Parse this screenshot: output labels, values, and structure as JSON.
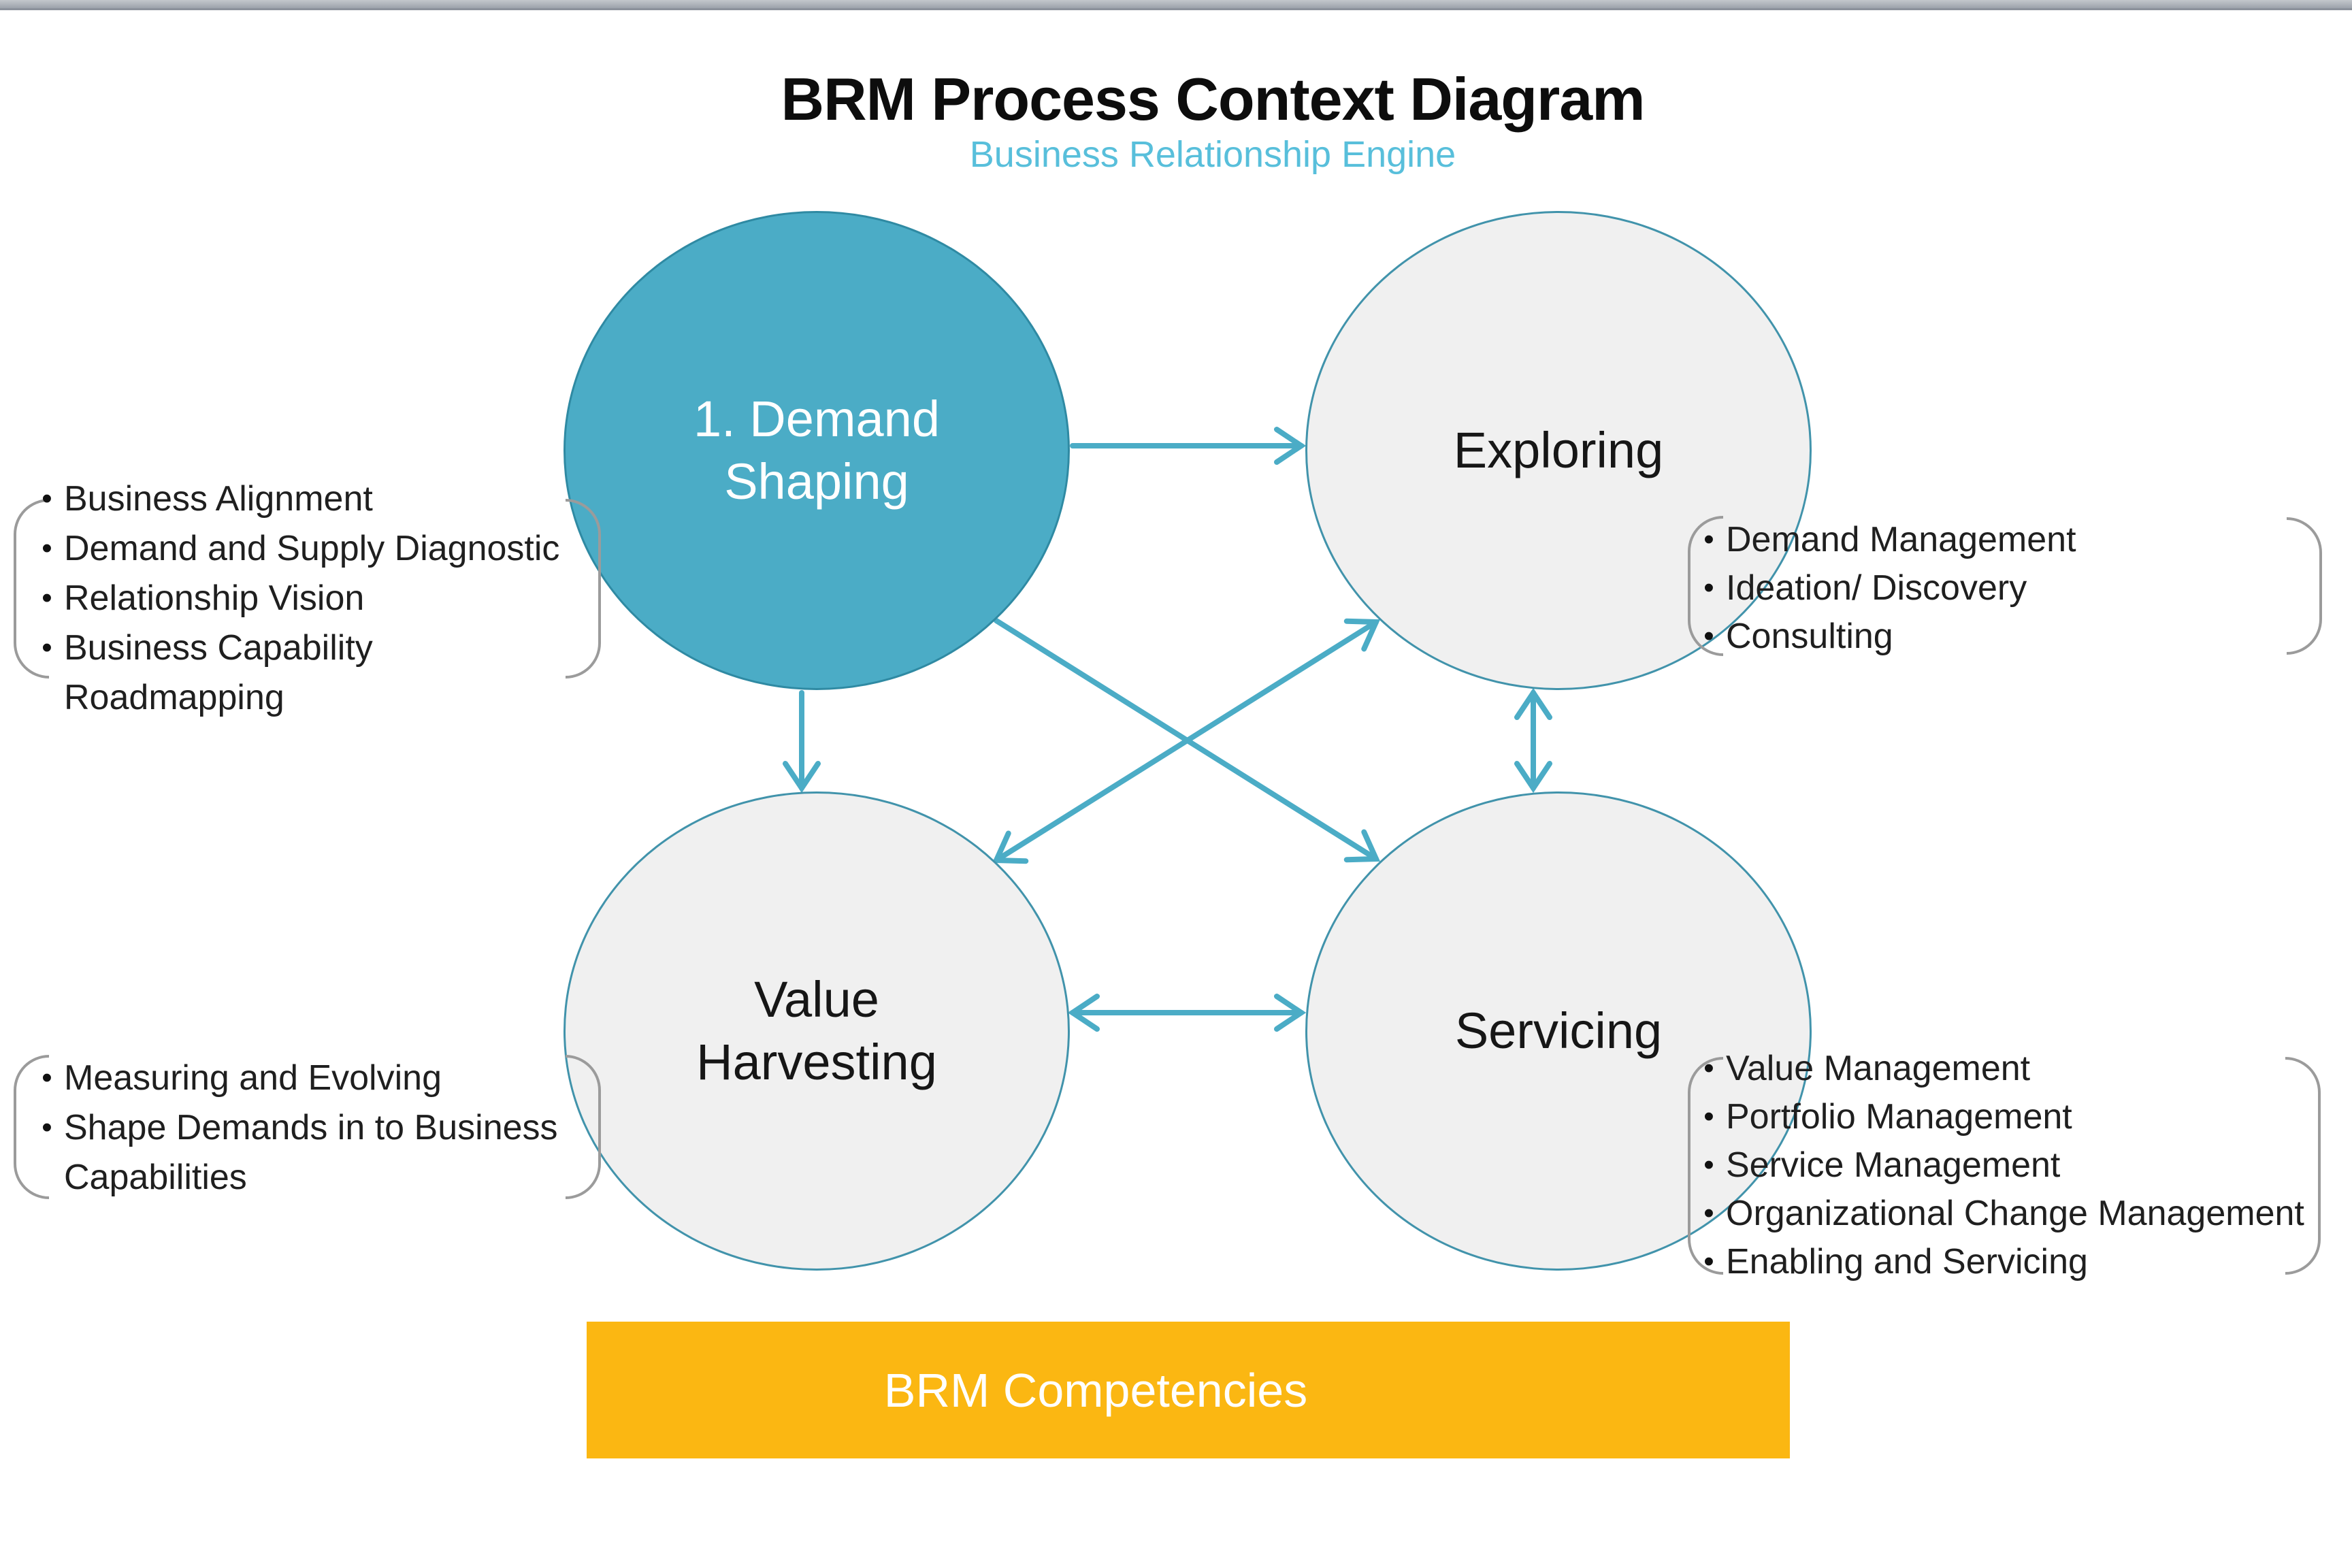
{
  "colors": {
    "teal": "#4BACC6",
    "teal-border": "#31859C",
    "gray-circle-fill": "#F0F0F0",
    "arrow": "#4BACC6",
    "bracket": "#9B9B9B",
    "subtitle": "#58BFDB",
    "competencies-bar": "#FBB712"
  },
  "title": "BRM Process Context Diagram",
  "subtitle": "Business Relationship Engine",
  "bullet_char": "•",
  "circles": {
    "demand_shaping": {
      "line1": "1. Demand",
      "line2": "Shaping"
    },
    "exploring": {
      "label": "Exploring"
    },
    "value_harvesting": {
      "line1": "Value",
      "line2": "Harvesting"
    },
    "servicing": {
      "label": "Servicing"
    }
  },
  "lists": {
    "demand_shaping": {
      "lines": [
        {
          "bullet": true,
          "text": "Business Alignment"
        },
        {
          "bullet": true,
          "text": "Demand and Supply Diagnostic"
        },
        {
          "bullet": true,
          "text": "Relationship Vision"
        },
        {
          "bullet": true,
          "text": "Business Capability"
        },
        {
          "bullet": false,
          "text": "Roadmapping"
        }
      ]
    },
    "exploring": {
      "lines": [
        {
          "bullet": true,
          "text": "Demand Management"
        },
        {
          "bullet": true,
          "text": "Ideation/ Discovery"
        },
        {
          "bullet": true,
          "text": "Consulting"
        }
      ]
    },
    "value_harvesting": {
      "lines": [
        {
          "bullet": true,
          "text": "Measuring and Evolving"
        },
        {
          "bullet": true,
          "text": "Shape Demands in to Business"
        },
        {
          "bullet": false,
          "text": "Capabilities"
        }
      ]
    },
    "servicing": {
      "lines": [
        {
          "bullet": true,
          "text": "Value Management"
        },
        {
          "bullet": true,
          "text": "Portfolio Management"
        },
        {
          "bullet": true,
          "text": "Service Management"
        },
        {
          "bullet": true,
          "text": "Organizational Change Management"
        },
        {
          "bullet": true,
          "text": "Enabling and Servicing"
        }
      ]
    }
  },
  "competencies_bar": {
    "label": "BRM Competencies"
  }
}
